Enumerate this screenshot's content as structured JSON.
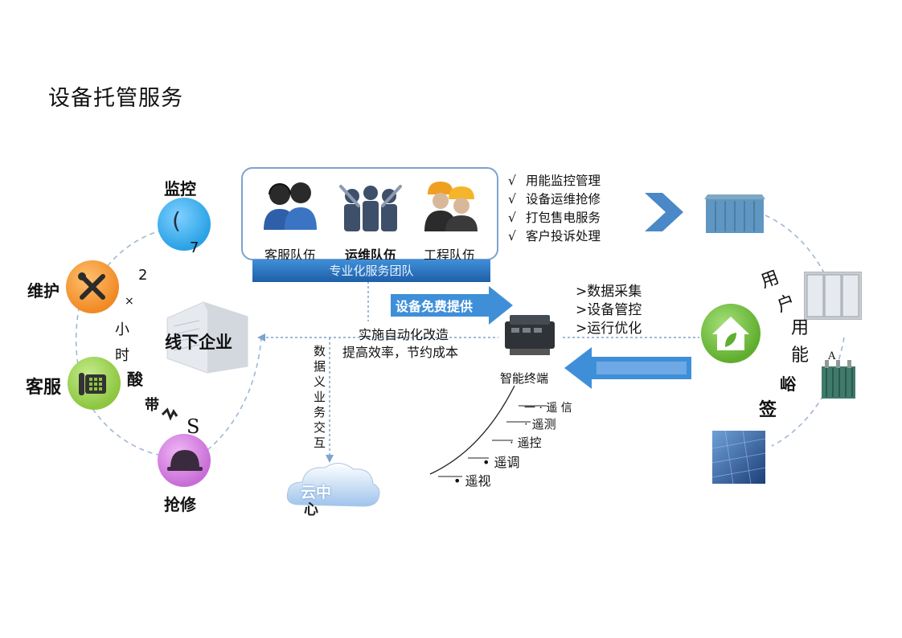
{
  "title": "设备托管服务",
  "ring": {
    "nodes": {
      "monitor": {
        "label": "监控",
        "glyph": "(",
        "color": "#2aa2e6"
      },
      "maintain": {
        "label": "维护",
        "color": "#f08a24"
      },
      "service": {
        "label": "客服",
        "color": "#8dc63f"
      },
      "repair": {
        "label": "抢修",
        "color": "#c86dd6"
      }
    },
    "fragments": [
      "7",
      "2",
      "×",
      "小",
      "时",
      "酸",
      "带",
      "S"
    ]
  },
  "teams": [
    {
      "label": "客服队伍",
      "icon": "customer-service-team-icon"
    },
    {
      "label": "运维队伍",
      "icon": "maintenance-team-icon"
    },
    {
      "label": "工程队伍",
      "icon": "engineering-team-icon"
    }
  ],
  "team_bar": "专业化服务团队",
  "checklist": [
    {
      "mark": "√",
      "text": "用能监控管理"
    },
    {
      "mark": "√",
      "text": "设备运维抢修"
    },
    {
      "mark": "√",
      "text": "打包售电服务"
    },
    {
      "mark": "√",
      "text": "客户投诉处理"
    }
  ],
  "offline": "线下企业",
  "free_arrow": "设备免费提供",
  "improve": [
    "实施自动化改造",
    "提高效率，节约成本"
  ],
  "terminal": "智能终端",
  "terminal_funcs": [
    ">数据采集",
    ">设备管控",
    ">运行优化"
  ],
  "data_vertical": "数据义业务交互",
  "cloud": [
    "云中",
    "心"
  ],
  "remote": [
    {
      "dot": "一  ·",
      "text": "遥 信"
    },
    {
      "dot": "·",
      "text": "遥测"
    },
    {
      "dot": "·",
      "text": "遥控"
    },
    {
      "dot": "•",
      "text": "遥调"
    },
    {
      "dot": "•",
      "text": "遥视"
    }
  ],
  "right_fragments": [
    "用",
    "户",
    "用",
    "能",
    "峪",
    "签",
    "A"
  ],
  "colors": {
    "accent_blue": "#3f8fd8",
    "ring": "#9fb7d6",
    "house_green": "#5fae2e"
  }
}
